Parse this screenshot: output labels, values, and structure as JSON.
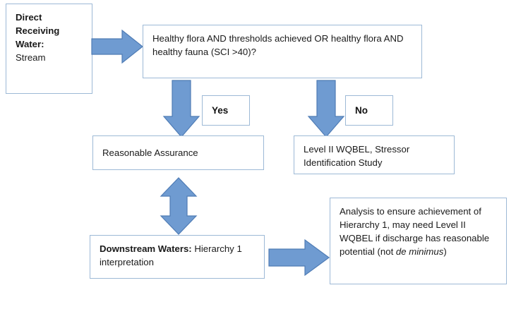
{
  "diagram": {
    "type": "flowchart",
    "title_absent": true,
    "colors": {
      "box_border": "#9DB9D6",
      "box_fill": "#FFFFFF",
      "arrow_fill": "#6F9BD1",
      "arrow_border": "#4F7CB5",
      "text": "#1A1A1A"
    },
    "nodes": {
      "direct_receiving_water": {
        "label_bold": "Direct Receiving Water:",
        "label_rest": "Stream"
      },
      "decision": {
        "text": "Healthy flora AND thresholds achieved OR healthy flora AND healthy fauna (SCI >40)?"
      },
      "yes_label": {
        "text": "Yes"
      },
      "no_label": {
        "text": "No"
      },
      "reasonable_assurance": {
        "text": "Reasonable Assurance"
      },
      "level_ii_wqbel": {
        "text": "Level II WQBEL, Stressor Identification Study"
      },
      "downstream_waters": {
        "label_bold": "Downstream Waters:",
        "label_rest": " Hierarchy 1 interpretation"
      },
      "analysis": {
        "part1": "Analysis to ensure achievement of Hierarchy 1, may need Level II WQBEL if discharge has reasonable potential (not ",
        "part_italic": "de minimus",
        "part3": ")"
      }
    },
    "edges": [
      {
        "name": "stream-to-decision",
        "direction": "right"
      },
      {
        "name": "decision-to-reasonable-assurance",
        "direction": "down"
      },
      {
        "name": "decision-to-level-ii-wqbel",
        "direction": "down"
      },
      {
        "name": "reasonable-assurance-to-downstream-waters",
        "direction": "both-vertical"
      },
      {
        "name": "downstream-waters-to-analysis",
        "direction": "right"
      }
    ]
  }
}
